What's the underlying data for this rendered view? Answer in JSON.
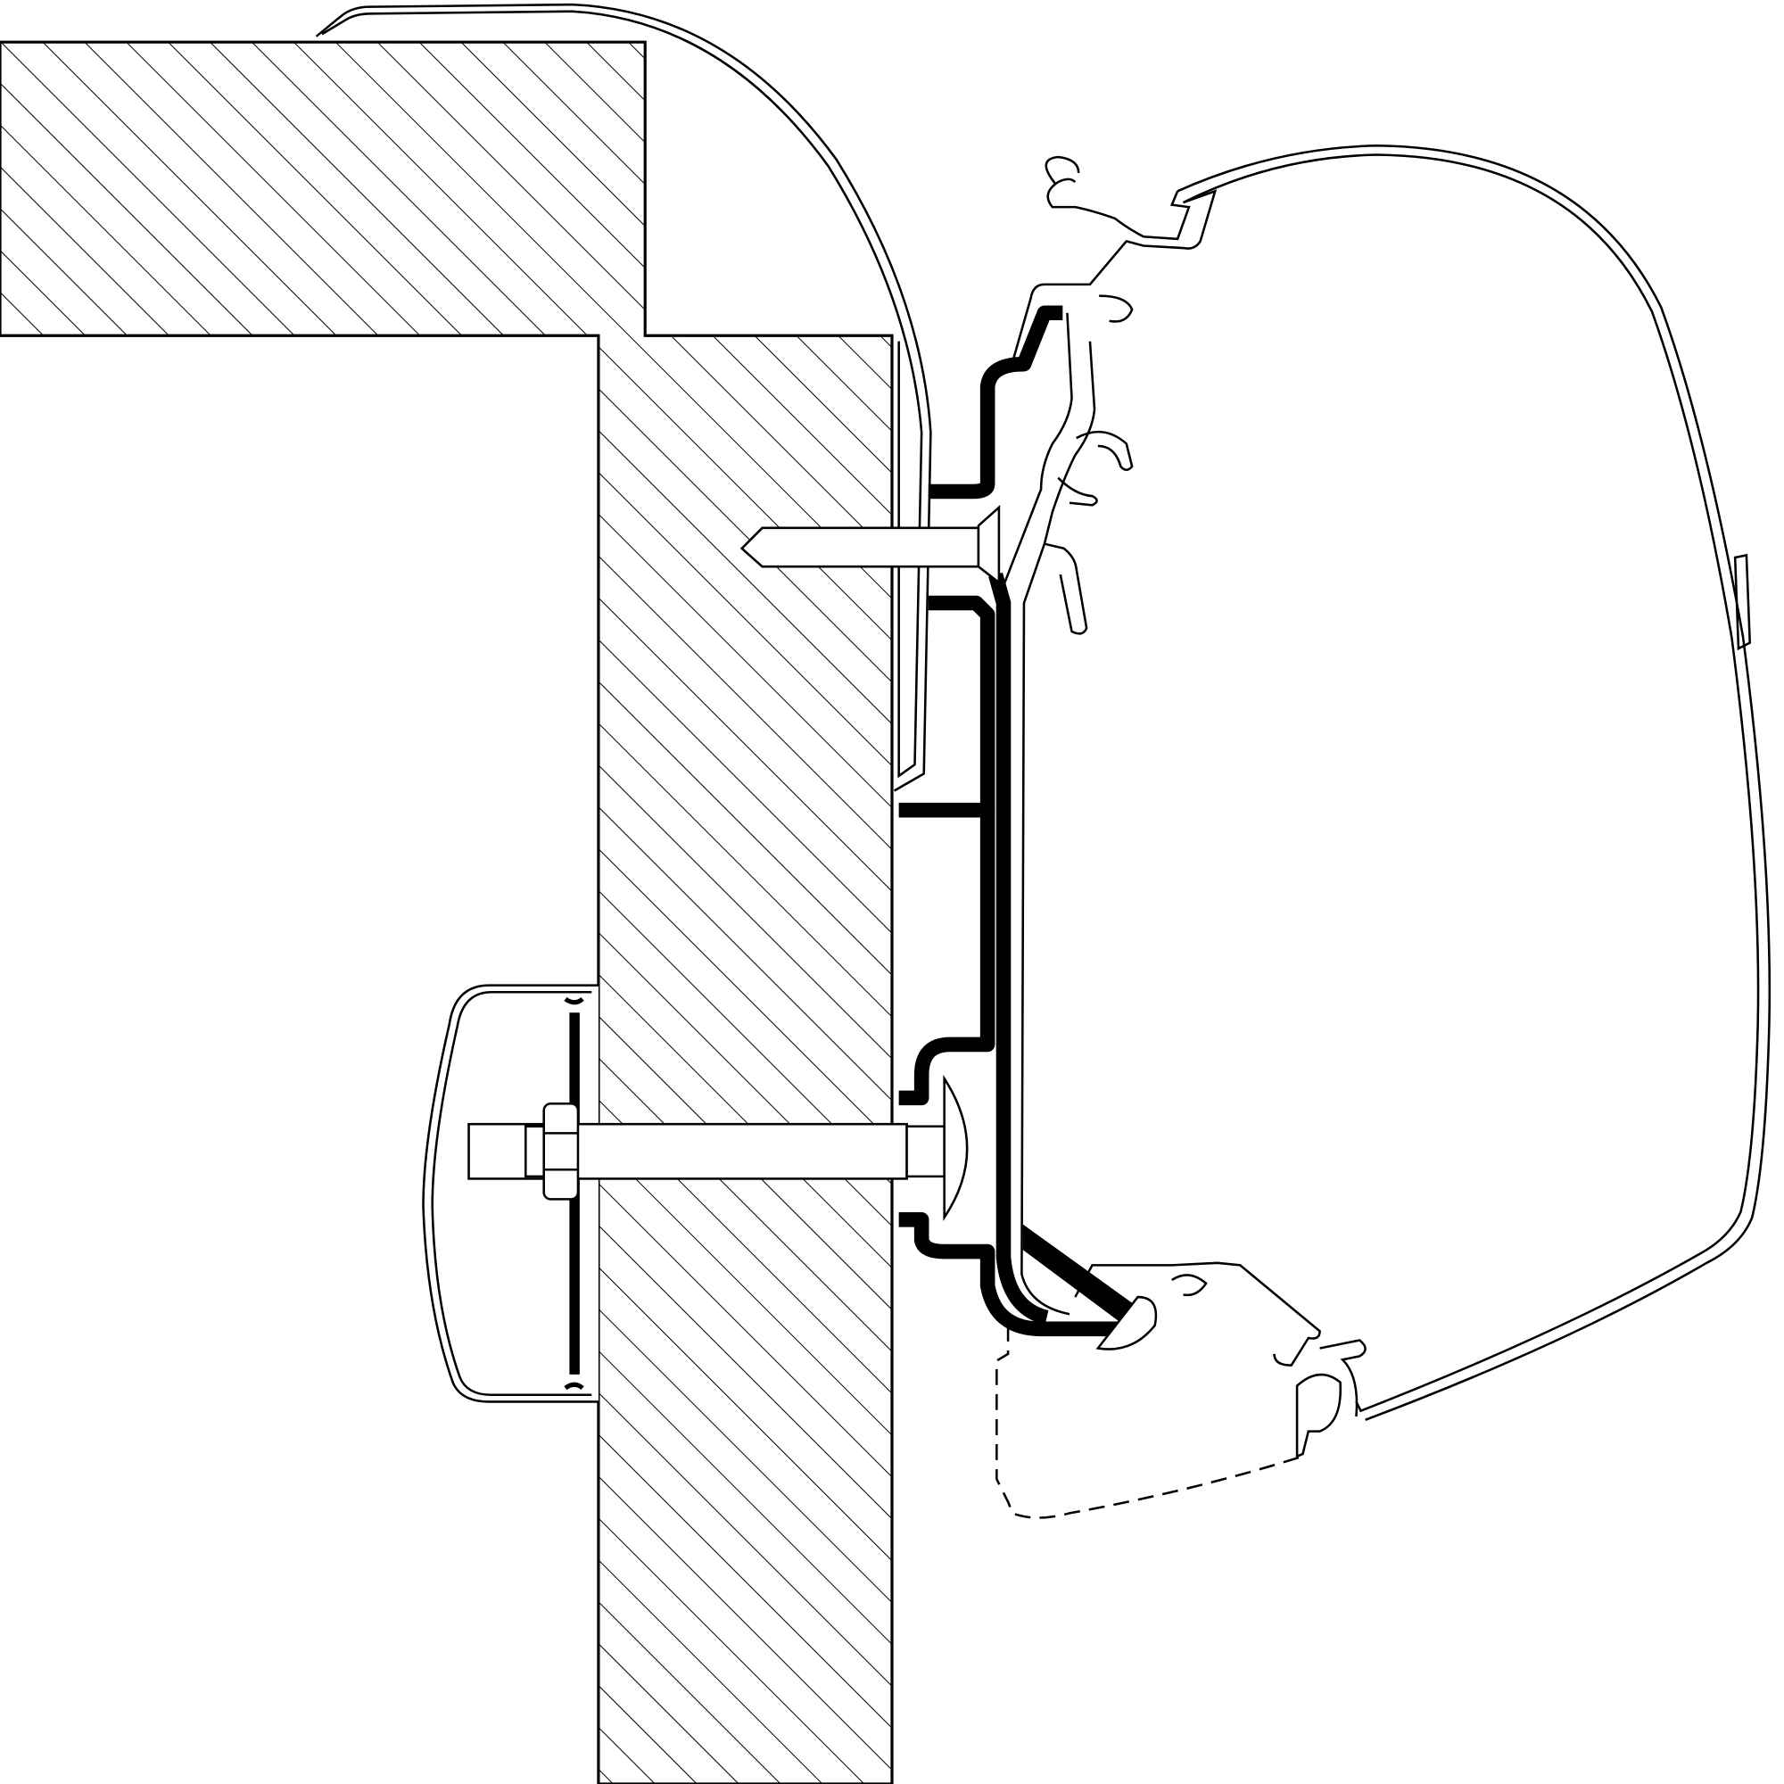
{
  "diagram": {
    "colors": {
      "line": "#000000",
      "background": "#ffffff",
      "bracket": "#000000"
    },
    "parts": [
      "wall-section-hatched",
      "roof-rail-trim",
      "adapter-bracket",
      "awning-housing",
      "wood-screw",
      "through-bolt",
      "nut",
      "inner-cover-cap",
      "self-tapping-screw",
      "open-awning-outline-dashed"
    ]
  }
}
